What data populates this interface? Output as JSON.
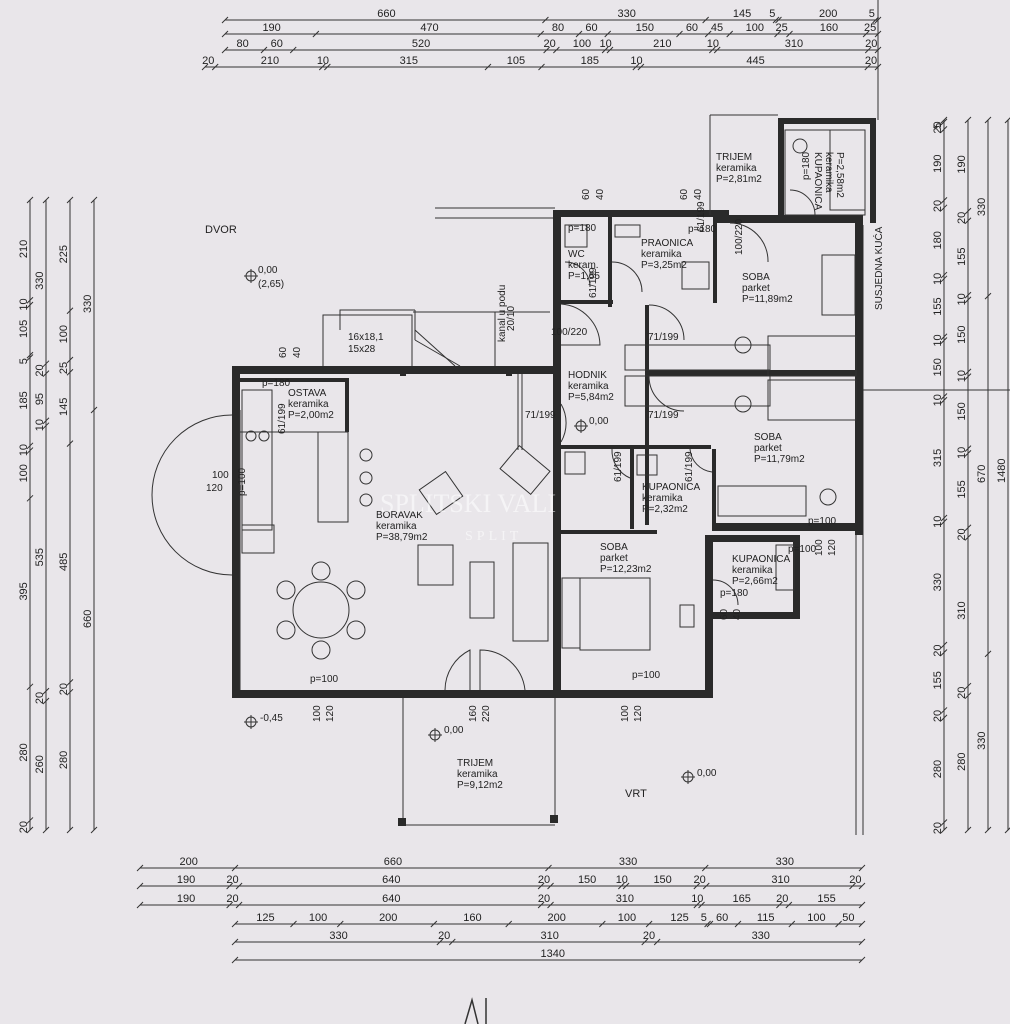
{
  "dimensions": {
    "top": [
      [
        "660",
        "330",
        "145",
        "5",
        "200",
        "5"
      ],
      [
        "190",
        "470",
        "80",
        "60",
        "150",
        "60",
        "45",
        "100",
        "25",
        "160",
        "25"
      ],
      [
        "80",
        "60",
        "520",
        "20",
        "100",
        "10",
        "210",
        "10",
        "310",
        "20"
      ],
      [
        "20",
        "210",
        "10",
        "315",
        "105",
        "185",
        "10",
        "445",
        "20"
      ]
    ],
    "bottom": [
      [
        "200",
        "660",
        "330",
        "330"
      ],
      [
        "190",
        "20",
        "640",
        "20",
        "150",
        "10",
        "150",
        "20",
        "310",
        "20"
      ],
      [
        "190",
        "20",
        "640",
        "20",
        "310",
        "10",
        "165",
        "20",
        "155"
      ],
      [
        "125",
        "100",
        "200",
        "160",
        "200",
        "100",
        "125",
        "5",
        "60",
        "115",
        "100",
        "50"
      ],
      [
        "330",
        "20",
        "310",
        "20",
        "330"
      ],
      [
        "1340"
      ]
    ],
    "left": [
      [
        "210",
        "10",
        "105",
        "5",
        "185",
        "10",
        "100",
        "395",
        "280",
        "20"
      ],
      [
        "330",
        "20",
        "95",
        "10",
        "535",
        "20",
        "260"
      ],
      [
        "225",
        "100",
        "25",
        "145",
        "485",
        "20",
        "280"
      ],
      [
        "330",
        "660"
      ]
    ],
    "right": [
      [
        "5",
        "20",
        "190",
        "20",
        "180",
        "10",
        "155",
        "10",
        "150",
        "10",
        "315",
        "10",
        "330",
        "20",
        "155",
        "20",
        "280",
        "20"
      ],
      [
        "190",
        "20",
        "155",
        "10",
        "150",
        "10",
        "150",
        "10",
        "155",
        "20",
        "310",
        "20",
        "280"
      ],
      [
        "330",
        "670",
        "330"
      ],
      [
        "1480"
      ]
    ],
    "openings": [
      "60",
      "40",
      "60",
      "40",
      "60",
      "40",
      "60",
      "40",
      "100/220",
      "71/199",
      "71/199",
      "71/199",
      "61/199",
      "61/199",
      "61/199",
      "61/199",
      "100/220",
      "61/199",
      "100",
      "120",
      "100",
      "120",
      "100",
      "120",
      "160",
      "220",
      "100",
      "120",
      "20/10",
      "p=180",
      "p=180",
      "p=180",
      "p=180",
      "p=100",
      "p=100",
      "p=100",
      "p=100",
      "p=100",
      "p=180"
    ]
  },
  "levels": [
    {
      "value": "0,00",
      "sub": "(2,65)"
    },
    {
      "value": "0,00"
    },
    {
      "value": "-0,45"
    },
    {
      "value": "0,00"
    },
    {
      "value": "0,00"
    }
  ],
  "outdoor": {
    "dvor": "DVOR",
    "vrt": "VRT",
    "susjedna": "SUSJEDNA KUĆA"
  },
  "stairs": {
    "a": "16x18,1",
    "b": "15x28"
  },
  "kanal": "kanal u podu",
  "rooms": [
    {
      "id": "trijem-top",
      "name": "TRIJEM",
      "floor": "keramika",
      "area": "P=2,81m2"
    },
    {
      "id": "kupaonica-top",
      "name": "KUPAONICA",
      "floor": "keramika",
      "area": "P=2,58m2"
    },
    {
      "id": "wc",
      "name": "WC",
      "floor": "keram.",
      "area": "P=1,55"
    },
    {
      "id": "praonica",
      "name": "PRAONICA",
      "floor": "keramika",
      "area": "P=3,25m2"
    },
    {
      "id": "soba1",
      "name": "SOBA",
      "floor": "parket",
      "area": "P=11,89m2"
    },
    {
      "id": "ostava",
      "name": "OSTAVA",
      "floor": "keramika",
      "area": "P=2,00m2"
    },
    {
      "id": "hodnik",
      "name": "HODNIK",
      "floor": "keramika",
      "area": "P=5,84m2"
    },
    {
      "id": "soba2",
      "name": "SOBA",
      "floor": "parket",
      "area": "P=11,79m2"
    },
    {
      "id": "kupaonica-mid",
      "name": "KUPAONICA",
      "floor": "keramika",
      "area": "P=2,32m2"
    },
    {
      "id": "boravak",
      "name": "BORAVAK",
      "floor": "keramika",
      "area": "P=38,79m2"
    },
    {
      "id": "soba3",
      "name": "SOBA",
      "floor": "parket",
      "area": "P=12,23m2"
    },
    {
      "id": "kupaonica-bot",
      "name": "KUPAONICA",
      "floor": "keramika",
      "area": "P=2,66m2"
    },
    {
      "id": "trijem-bot",
      "name": "TRIJEM",
      "floor": "keramika",
      "area": "P=9,12m2"
    }
  ],
  "watermark": {
    "name": "SPLITSKI VALI",
    "city": "SPLIT"
  },
  "colors": {
    "paper": "#e9e6ea",
    "ink": "#222222",
    "wall": "#2a2a2a"
  }
}
